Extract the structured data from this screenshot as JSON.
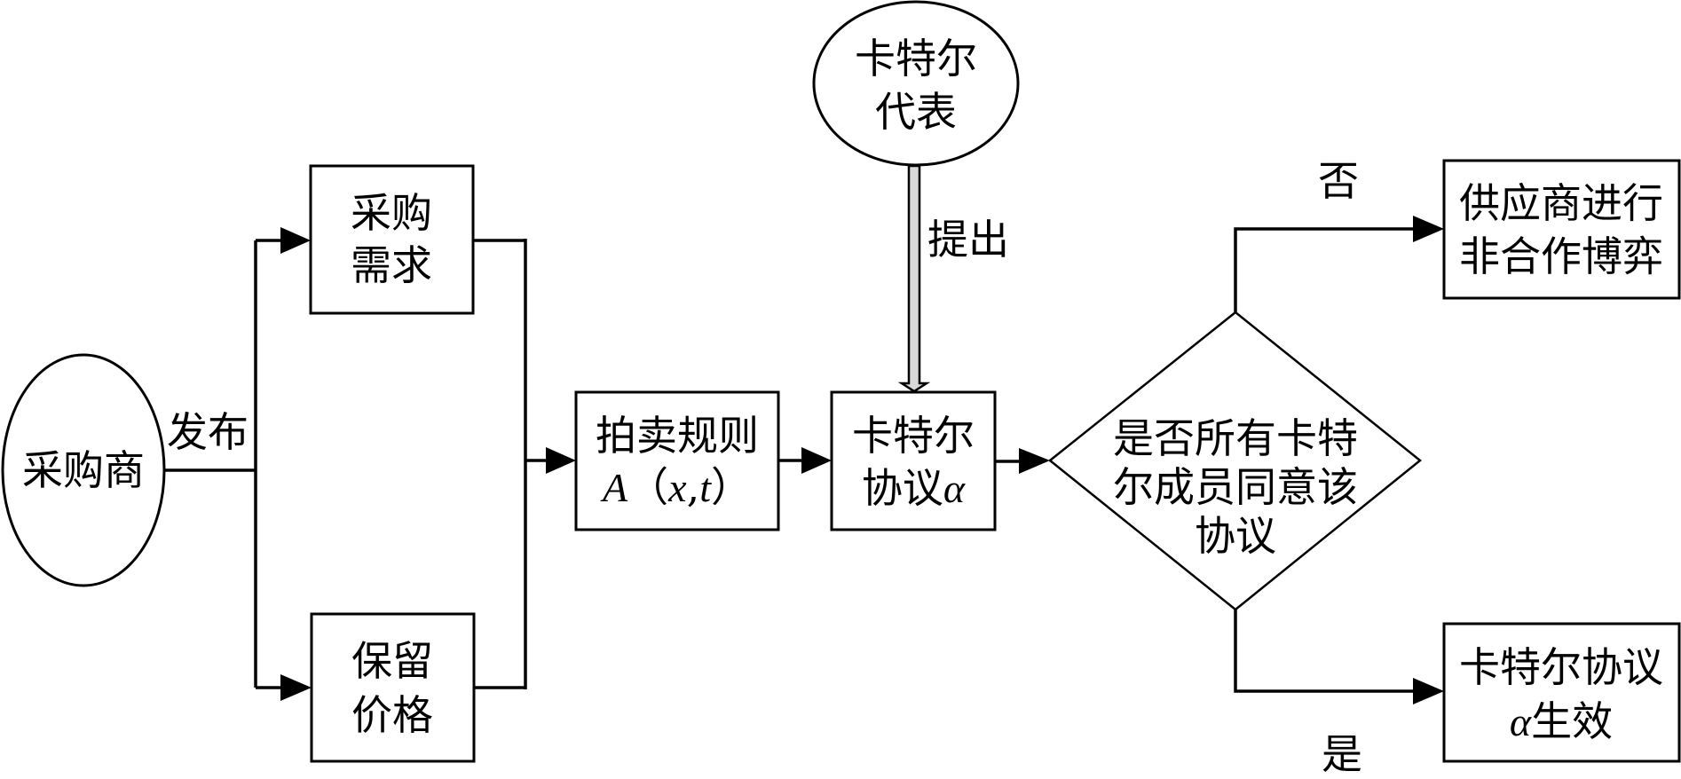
{
  "diagram": {
    "type": "flowchart",
    "colors": {
      "stroke": "#000000",
      "background": "#ffffff",
      "propose_arrow_fill": "#d9d9d9"
    },
    "nodes": {
      "buyer": {
        "shape": "ellipse",
        "lines": [
          "采购商"
        ]
      },
      "procurement_demand": {
        "shape": "rect",
        "lines": [
          "采购",
          "需求"
        ]
      },
      "reserve_price": {
        "shape": "rect",
        "lines": [
          "保留",
          "价格"
        ]
      },
      "auction_rule": {
        "shape": "rect",
        "lines": [
          "拍卖规则",
          "A（x,t）"
        ],
        "math_line": {
          "A": "A",
          "open": "（",
          "x": "x",
          "comma": ",",
          "t": "t",
          "close": "）"
        }
      },
      "cartel_rep": {
        "shape": "ellipse",
        "lines": [
          "卡特尔",
          "代表"
        ]
      },
      "cartel_agreement": {
        "shape": "rect",
        "lines": [
          "卡特尔",
          "协议α"
        ],
        "line2_text": "协议",
        "line2_symbol": "α"
      },
      "decision": {
        "shape": "diamond",
        "lines": [
          "是否所有卡特",
          "尔成员同意该",
          "协议"
        ]
      },
      "noncoop_game": {
        "shape": "rect",
        "lines": [
          "供应商进行",
          "非合作博弈"
        ]
      },
      "agreement_effective": {
        "shape": "rect",
        "lines": [
          "卡特尔协议",
          "α生效"
        ],
        "line2_symbol": "α",
        "line2_text": "生效"
      }
    },
    "edges": [
      {
        "from": "buyer",
        "to": "procurement_demand",
        "label": "发布"
      },
      {
        "from": "buyer",
        "to": "reserve_price",
        "label": "发布"
      },
      {
        "from": "procurement_demand",
        "to": "auction_rule",
        "label": ""
      },
      {
        "from": "reserve_price",
        "to": "auction_rule",
        "label": ""
      },
      {
        "from": "auction_rule",
        "to": "cartel_agreement",
        "label": ""
      },
      {
        "from": "cartel_rep",
        "to": "cartel_agreement",
        "label": "提出",
        "style": "hollow-grey"
      },
      {
        "from": "cartel_agreement",
        "to": "decision",
        "label": ""
      },
      {
        "from": "decision",
        "to": "noncoop_game",
        "label": "否"
      },
      {
        "from": "decision",
        "to": "agreement_effective",
        "label": "是"
      }
    ],
    "labels": {
      "publish": "发布",
      "propose": "提出",
      "no": "否",
      "yes": "是"
    }
  }
}
